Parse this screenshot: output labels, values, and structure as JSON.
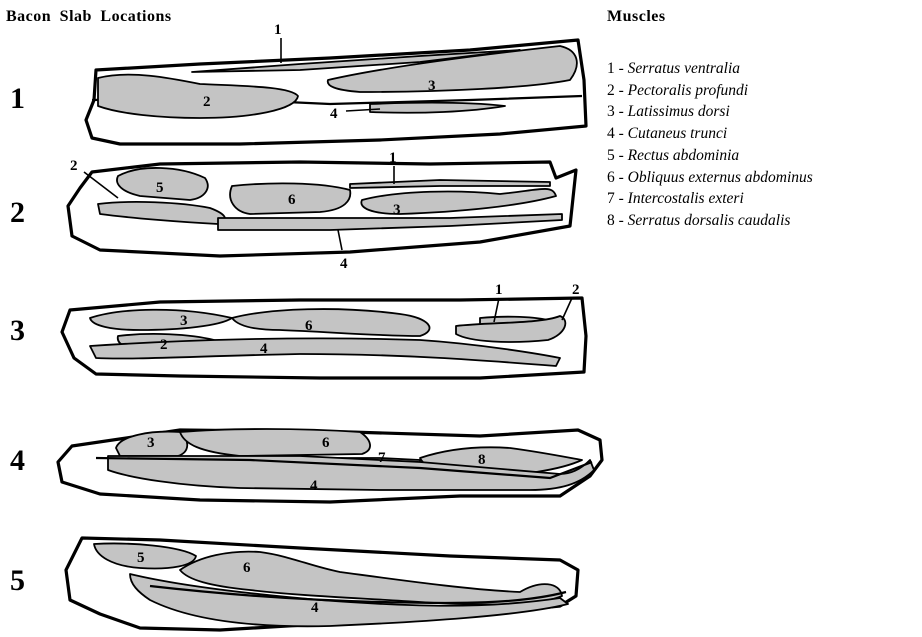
{
  "headings": {
    "slab_locations": "Bacon Slab Locations",
    "muscles": "Muscles"
  },
  "legend": [
    {
      "number": "1",
      "name": "Serratus ventralia"
    },
    {
      "number": "2",
      "name": "Pectoralis profundi"
    },
    {
      "number": "3",
      "name": "Latissimus dorsi"
    },
    {
      "number": "4",
      "name": "Cutaneus trunci"
    },
    {
      "number": "5",
      "name": "Rectus abdominia"
    },
    {
      "number": "6",
      "name": "Obliquus externus abdominus"
    },
    {
      "number": "7",
      "name": "Intercostalis exteri"
    },
    {
      "number": "8",
      "name": "Serratus dorsalis caudalis"
    }
  ],
  "slabs": [
    {
      "number": "1",
      "muscle_labels": [
        "1",
        "2",
        "3",
        "4"
      ]
    },
    {
      "number": "2",
      "muscle_labels": [
        "2",
        "5",
        "6",
        "1",
        "3",
        "4"
      ]
    },
    {
      "number": "3",
      "muscle_labels": [
        "3",
        "6",
        "1",
        "2",
        "2",
        "4"
      ]
    },
    {
      "number": "4",
      "muscle_labels": [
        "3",
        "6",
        "7",
        "8",
        "4"
      ]
    },
    {
      "number": "5",
      "muscle_labels": [
        "5",
        "6",
        "4"
      ]
    }
  ],
  "colors": {
    "muscle_fill": "#c4c4c4",
    "outline": "#000000",
    "background": "#ffffff"
  }
}
